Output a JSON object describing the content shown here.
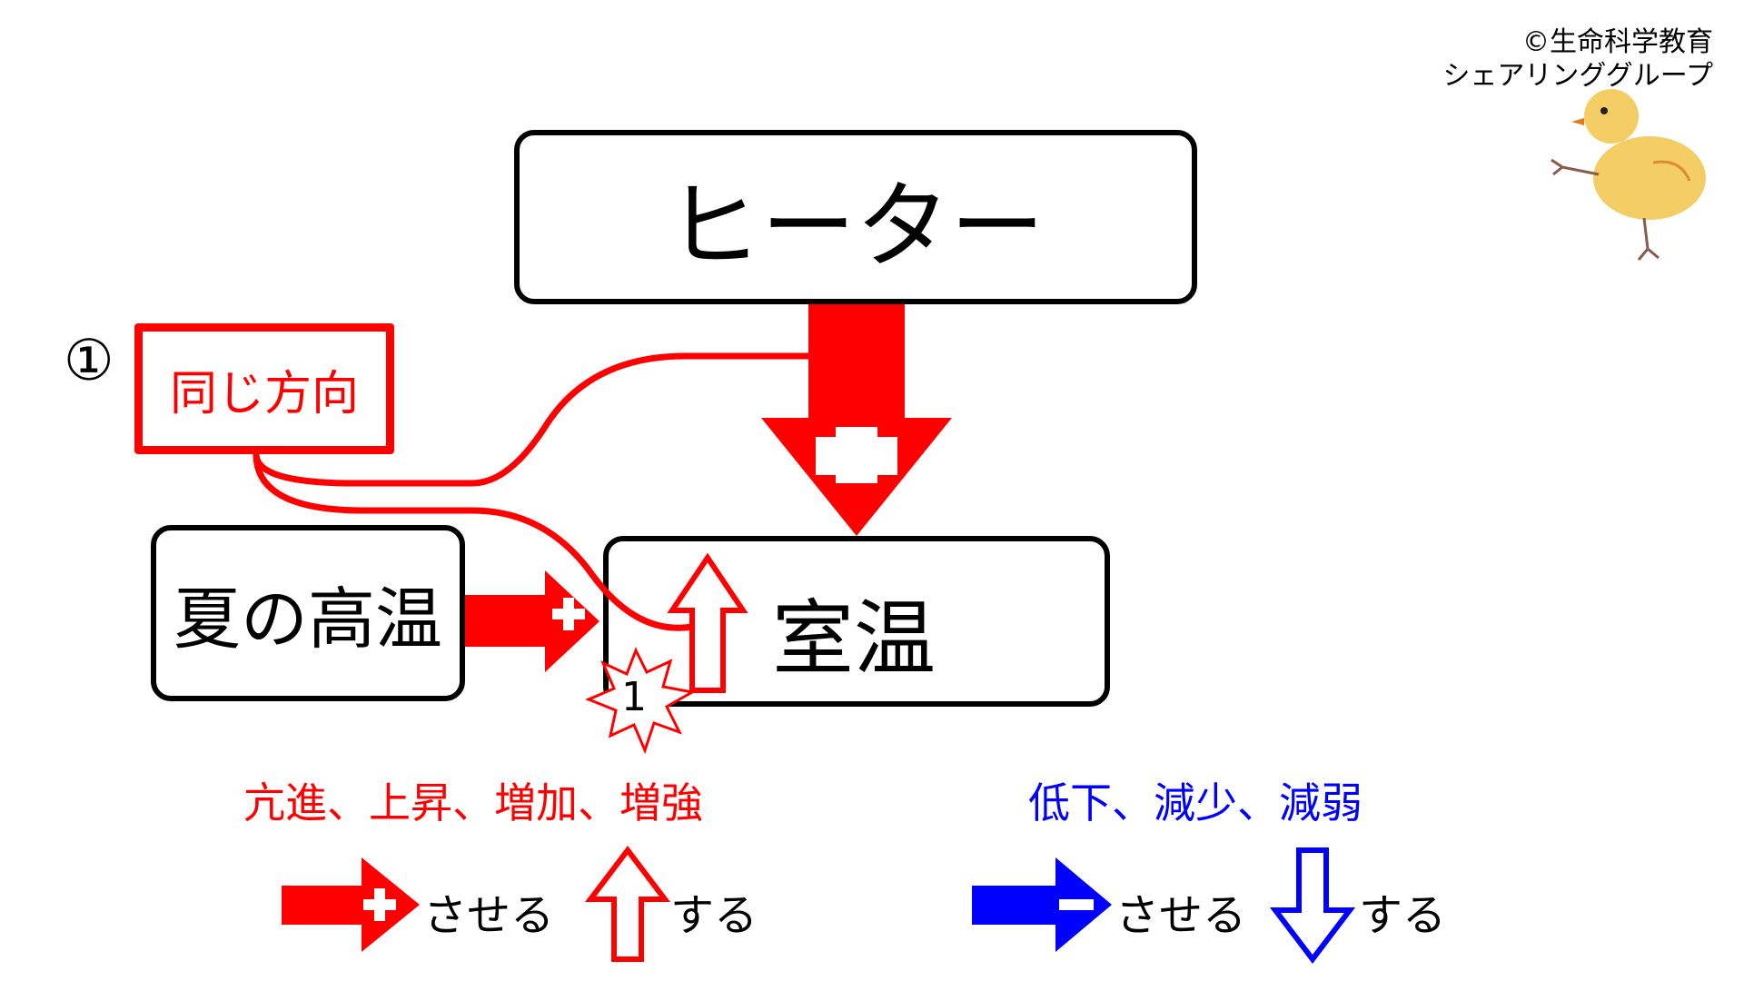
{
  "credit": {
    "line1": "©生命科学教育",
    "line2": "シェアリンググループ"
  },
  "diagram": {
    "heater": "ヒーター",
    "room_temp": "室温",
    "summer_heat": "夏の高温",
    "same_direction": "同じ方向",
    "circled_number": "①",
    "star_number": "1"
  },
  "legend": {
    "increase_terms": "亢進、上昇、増加、増強",
    "decrease_terms": "低下、減少、減弱",
    "make_label_plus": "させる",
    "do_label_up": "する",
    "make_label_minus": "させる",
    "do_label_down": "する"
  },
  "colors": {
    "positive": "#ff0000",
    "negative": "#0000ff",
    "chick": "#f3c44a"
  },
  "icons": [
    "plus-arrow-icon",
    "up-arrow-icon",
    "minus-arrow-icon",
    "down-arrow-icon",
    "star-burst-icon",
    "chick-illustration"
  ]
}
